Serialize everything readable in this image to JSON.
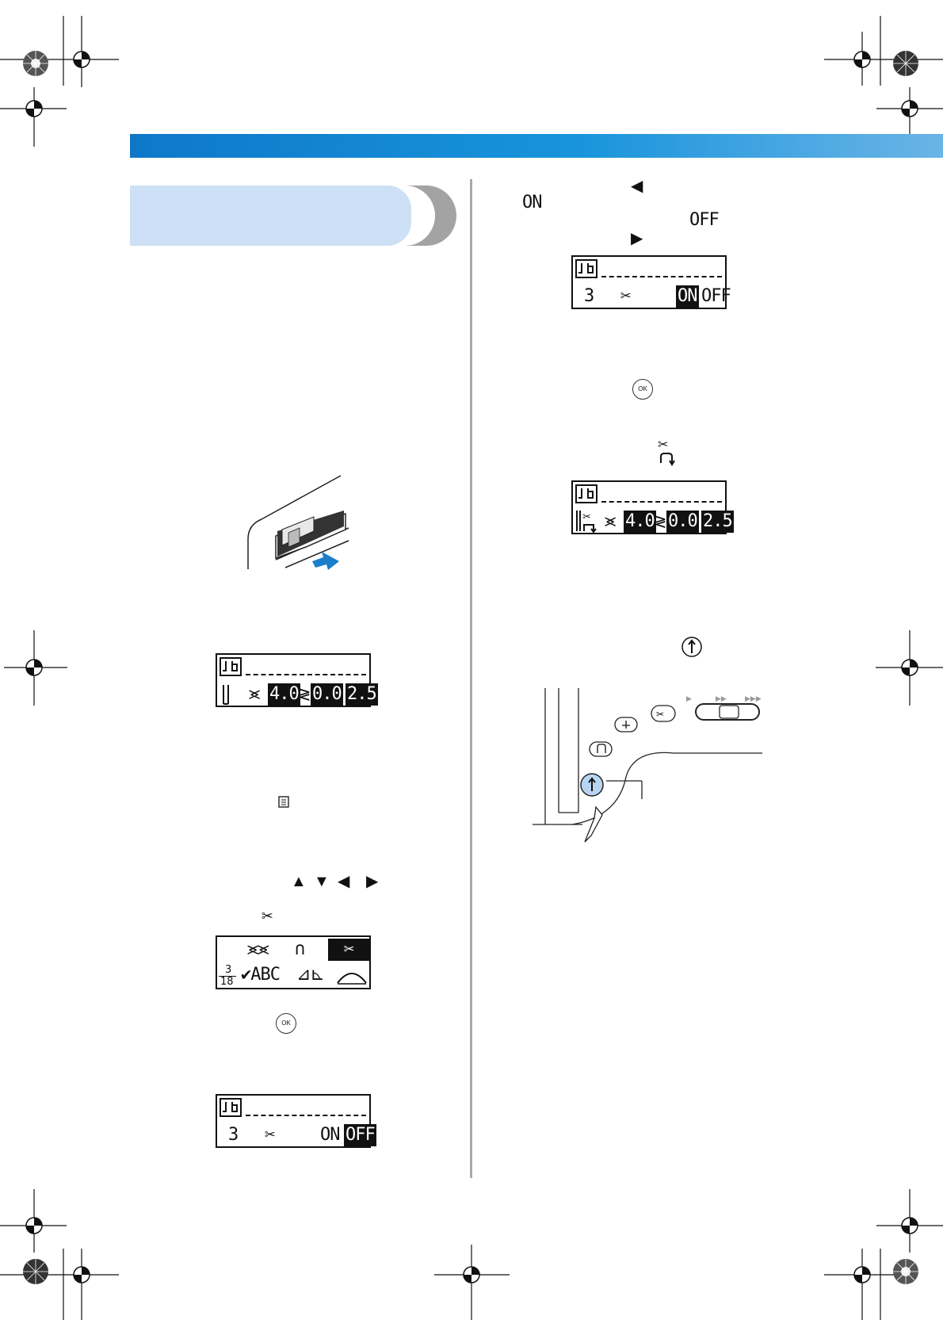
{
  "text": {
    "arrow_left": "◀",
    "arrow_right": "▶",
    "arrow_up": "▲",
    "arrow_down": "▼",
    "on_label": "ON",
    "off_label": "OFF",
    "ok_label": "OK"
  },
  "screens": {
    "screen_a": {
      "width_val": "4.0",
      "swing_val": "0.0",
      "length_val": "2.5"
    },
    "screen_b": {
      "width_val": "4.0",
      "swing_val": "0.0",
      "length_val": "2.5"
    },
    "menu": {
      "page_num": "3",
      "page_den": "18",
      "abc_label": "✔ABC"
    },
    "setting_off": {
      "number": "3",
      "on": "ON",
      "off": "OFF"
    },
    "setting_on": {
      "number": "3",
      "on": "ON",
      "off": "OFF"
    }
  },
  "icons": [
    "registration-mark",
    "gradient-header-bar",
    "section-tab",
    "power-switch-illustration",
    "scissors-icon",
    "thread-cutter-icon",
    "needle-position-icon",
    "ok-button-icon",
    "menu-icon",
    "speed-slider-icon"
  ],
  "colors": {
    "header_blue": "#1188d8",
    "tab_light_blue": "#cde0f5",
    "tab_gray": "#a0a0a0",
    "arrow_blue": "#1a7fc8",
    "button_blue": "#b8d4f0"
  }
}
